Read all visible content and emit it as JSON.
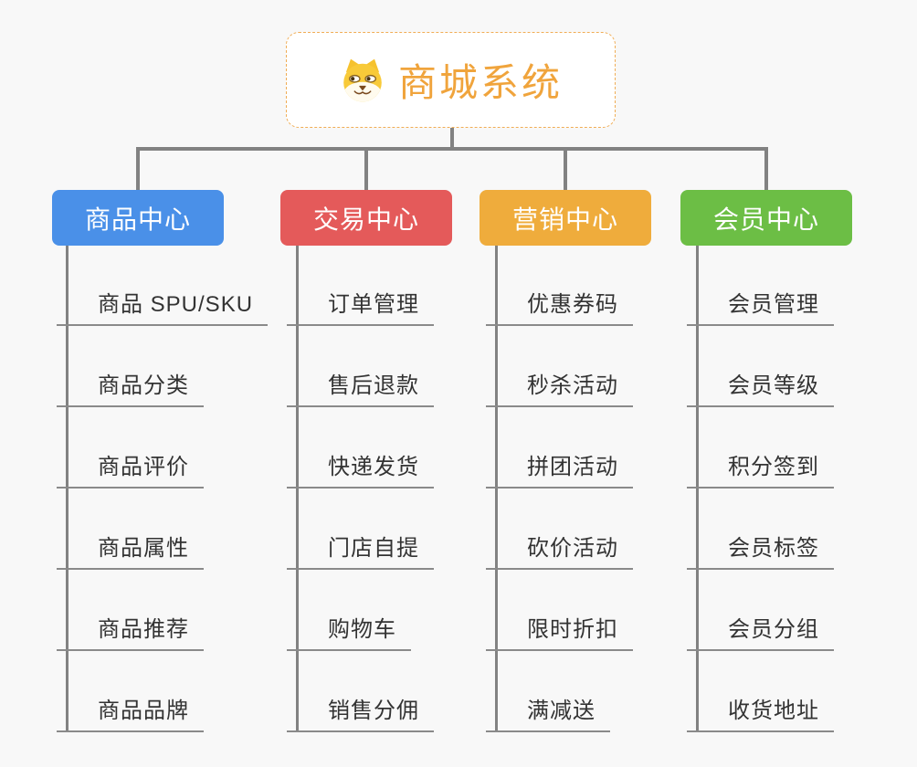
{
  "root": {
    "title": "商城系统",
    "icon": "dog-face-icon",
    "accent_color": "#f0a43c",
    "border_color": "#f0ad55"
  },
  "connector_color": "#828282",
  "leaf_text_color": "#333333",
  "background_color": "#f8f8f8",
  "branches": [
    {
      "id": "product-center",
      "label": "商品中心",
      "color": "#4a90e8",
      "children": [
        "商品 SPU/SKU",
        "商品分类",
        "商品评价",
        "商品属性",
        "商品推荐",
        "商品品牌"
      ]
    },
    {
      "id": "trade-center",
      "label": "交易中心",
      "color": "#e45a5a",
      "children": [
        "订单管理",
        "售后退款",
        "快递发货",
        "门店自提",
        "购物车",
        "销售分佣"
      ]
    },
    {
      "id": "marketing-center",
      "label": "营销中心",
      "color": "#efac3c",
      "children": [
        "优惠券码",
        "秒杀活动",
        "拼团活动",
        "砍价活动",
        "限时折扣",
        "满减送"
      ]
    },
    {
      "id": "member-center",
      "label": "会员中心",
      "color": "#6cbe45",
      "children": [
        "会员管理",
        "会员等级",
        "积分签到",
        "会员标签",
        "会员分组",
        "收货地址"
      ]
    }
  ]
}
